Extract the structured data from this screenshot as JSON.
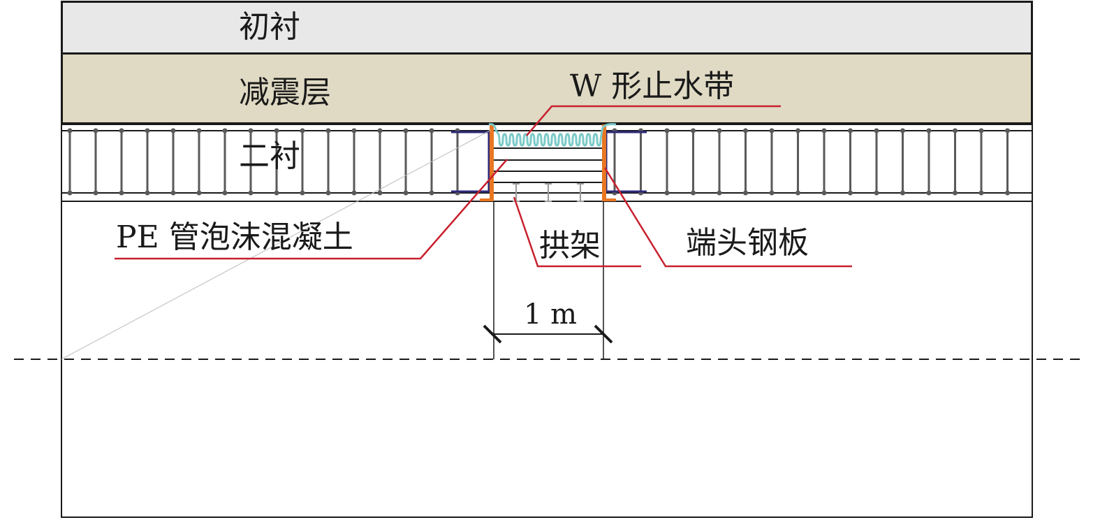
{
  "labels": {
    "primary_lining": "初衬",
    "damping_layer": "减震层",
    "secondary_lining": "二衬",
    "w_waterstop": "W 形止水带",
    "pe_foam_concrete": "PE 管泡沫混凝土",
    "arch_frame": "拱架",
    "end_steel_plate": "端头钢板",
    "dimension": "1 m"
  },
  "colors": {
    "primary_lining_fill": "#e8e8e8",
    "damping_layer_fill": "#e0dac4",
    "leader_line": "#c8202e",
    "waterstop": "#7ccac8",
    "steel_plate": "#e87722",
    "stirrup": "#2e2a7a",
    "rebar": "#5a5a5a",
    "outline": "#1a1a1a"
  }
}
